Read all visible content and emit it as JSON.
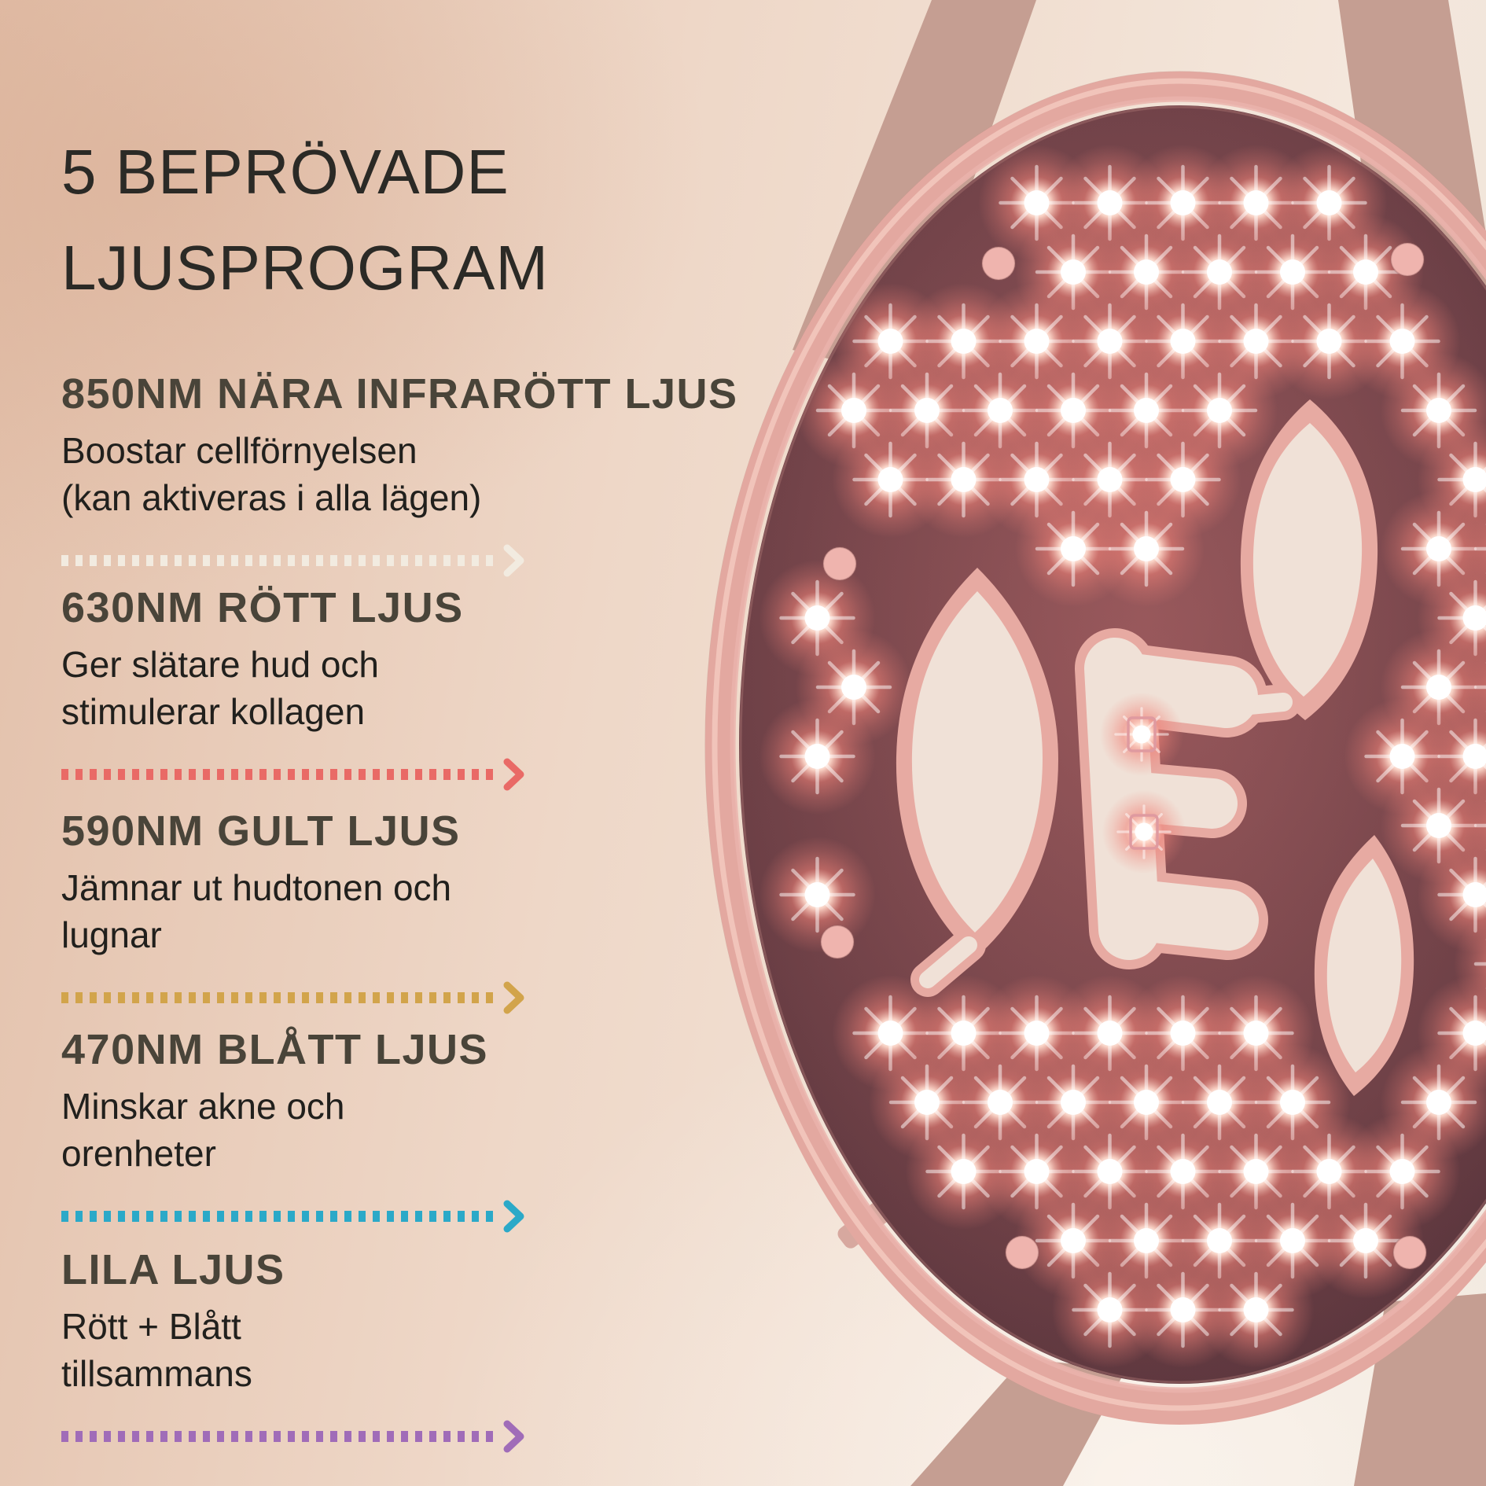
{
  "title": {
    "line1": "5 BEPRÖVADE",
    "line2": "LJUSPROGRAM"
  },
  "sections": [
    {
      "heading": "850NM NÄRA INFRARÖTT LJUS",
      "lines": [
        "Boostar cellförnyelsen",
        "(kan aktiveras i alla lägen)"
      ],
      "arrow_color": "#f2ebe0"
    },
    {
      "heading": "630NM RÖTT LJUS",
      "lines": [
        "Ger slätare hud och",
        "stimulerar kollagen"
      ],
      "arrow_color": "#e96a66"
    },
    {
      "heading": "590NM GULT LJUS",
      "lines": [
        "Jämnar ut hudtonen och",
        "lugnar"
      ],
      "arrow_color": "#d2a44b"
    },
    {
      "heading": "470NM BLÅTT LJUS",
      "lines": [
        "Minskar akne och",
        "orenheter"
      ],
      "arrow_color": "#2ba9c8"
    },
    {
      "heading": "LILA LJUS",
      "lines": [
        "Rött + Blått",
        "tillsammans"
      ],
      "arrow_color": "#a06cb8"
    }
  ],
  "product": {
    "name": "LED-ljusterapimask",
    "state": "tänd med röda lysdioder"
  },
  "theme": {
    "bg_left": "#e2bfa9",
    "bg_mid": "#eed7c7",
    "bg_right": "#f4e7dc",
    "bg_bottom": "#efe5da",
    "title_color": "#2b2a26",
    "heading_color": "#494439",
    "body_color": "#21201d",
    "strap": "#c59e92",
    "tab": "#d7a89f",
    "rim": "#e3a8a0",
    "rim_light": "#f2c6bc",
    "rim_inner": "#eab3ab",
    "interior_deep": "#4c2d35",
    "interior_mid": "#7a4a52",
    "glow": "#ef8177",
    "led_core": "#ffffff",
    "cutout_fill": "#f0e1d7",
    "cutout_border": "#e7aaa2",
    "matte_dot": "#efb4ae"
  }
}
